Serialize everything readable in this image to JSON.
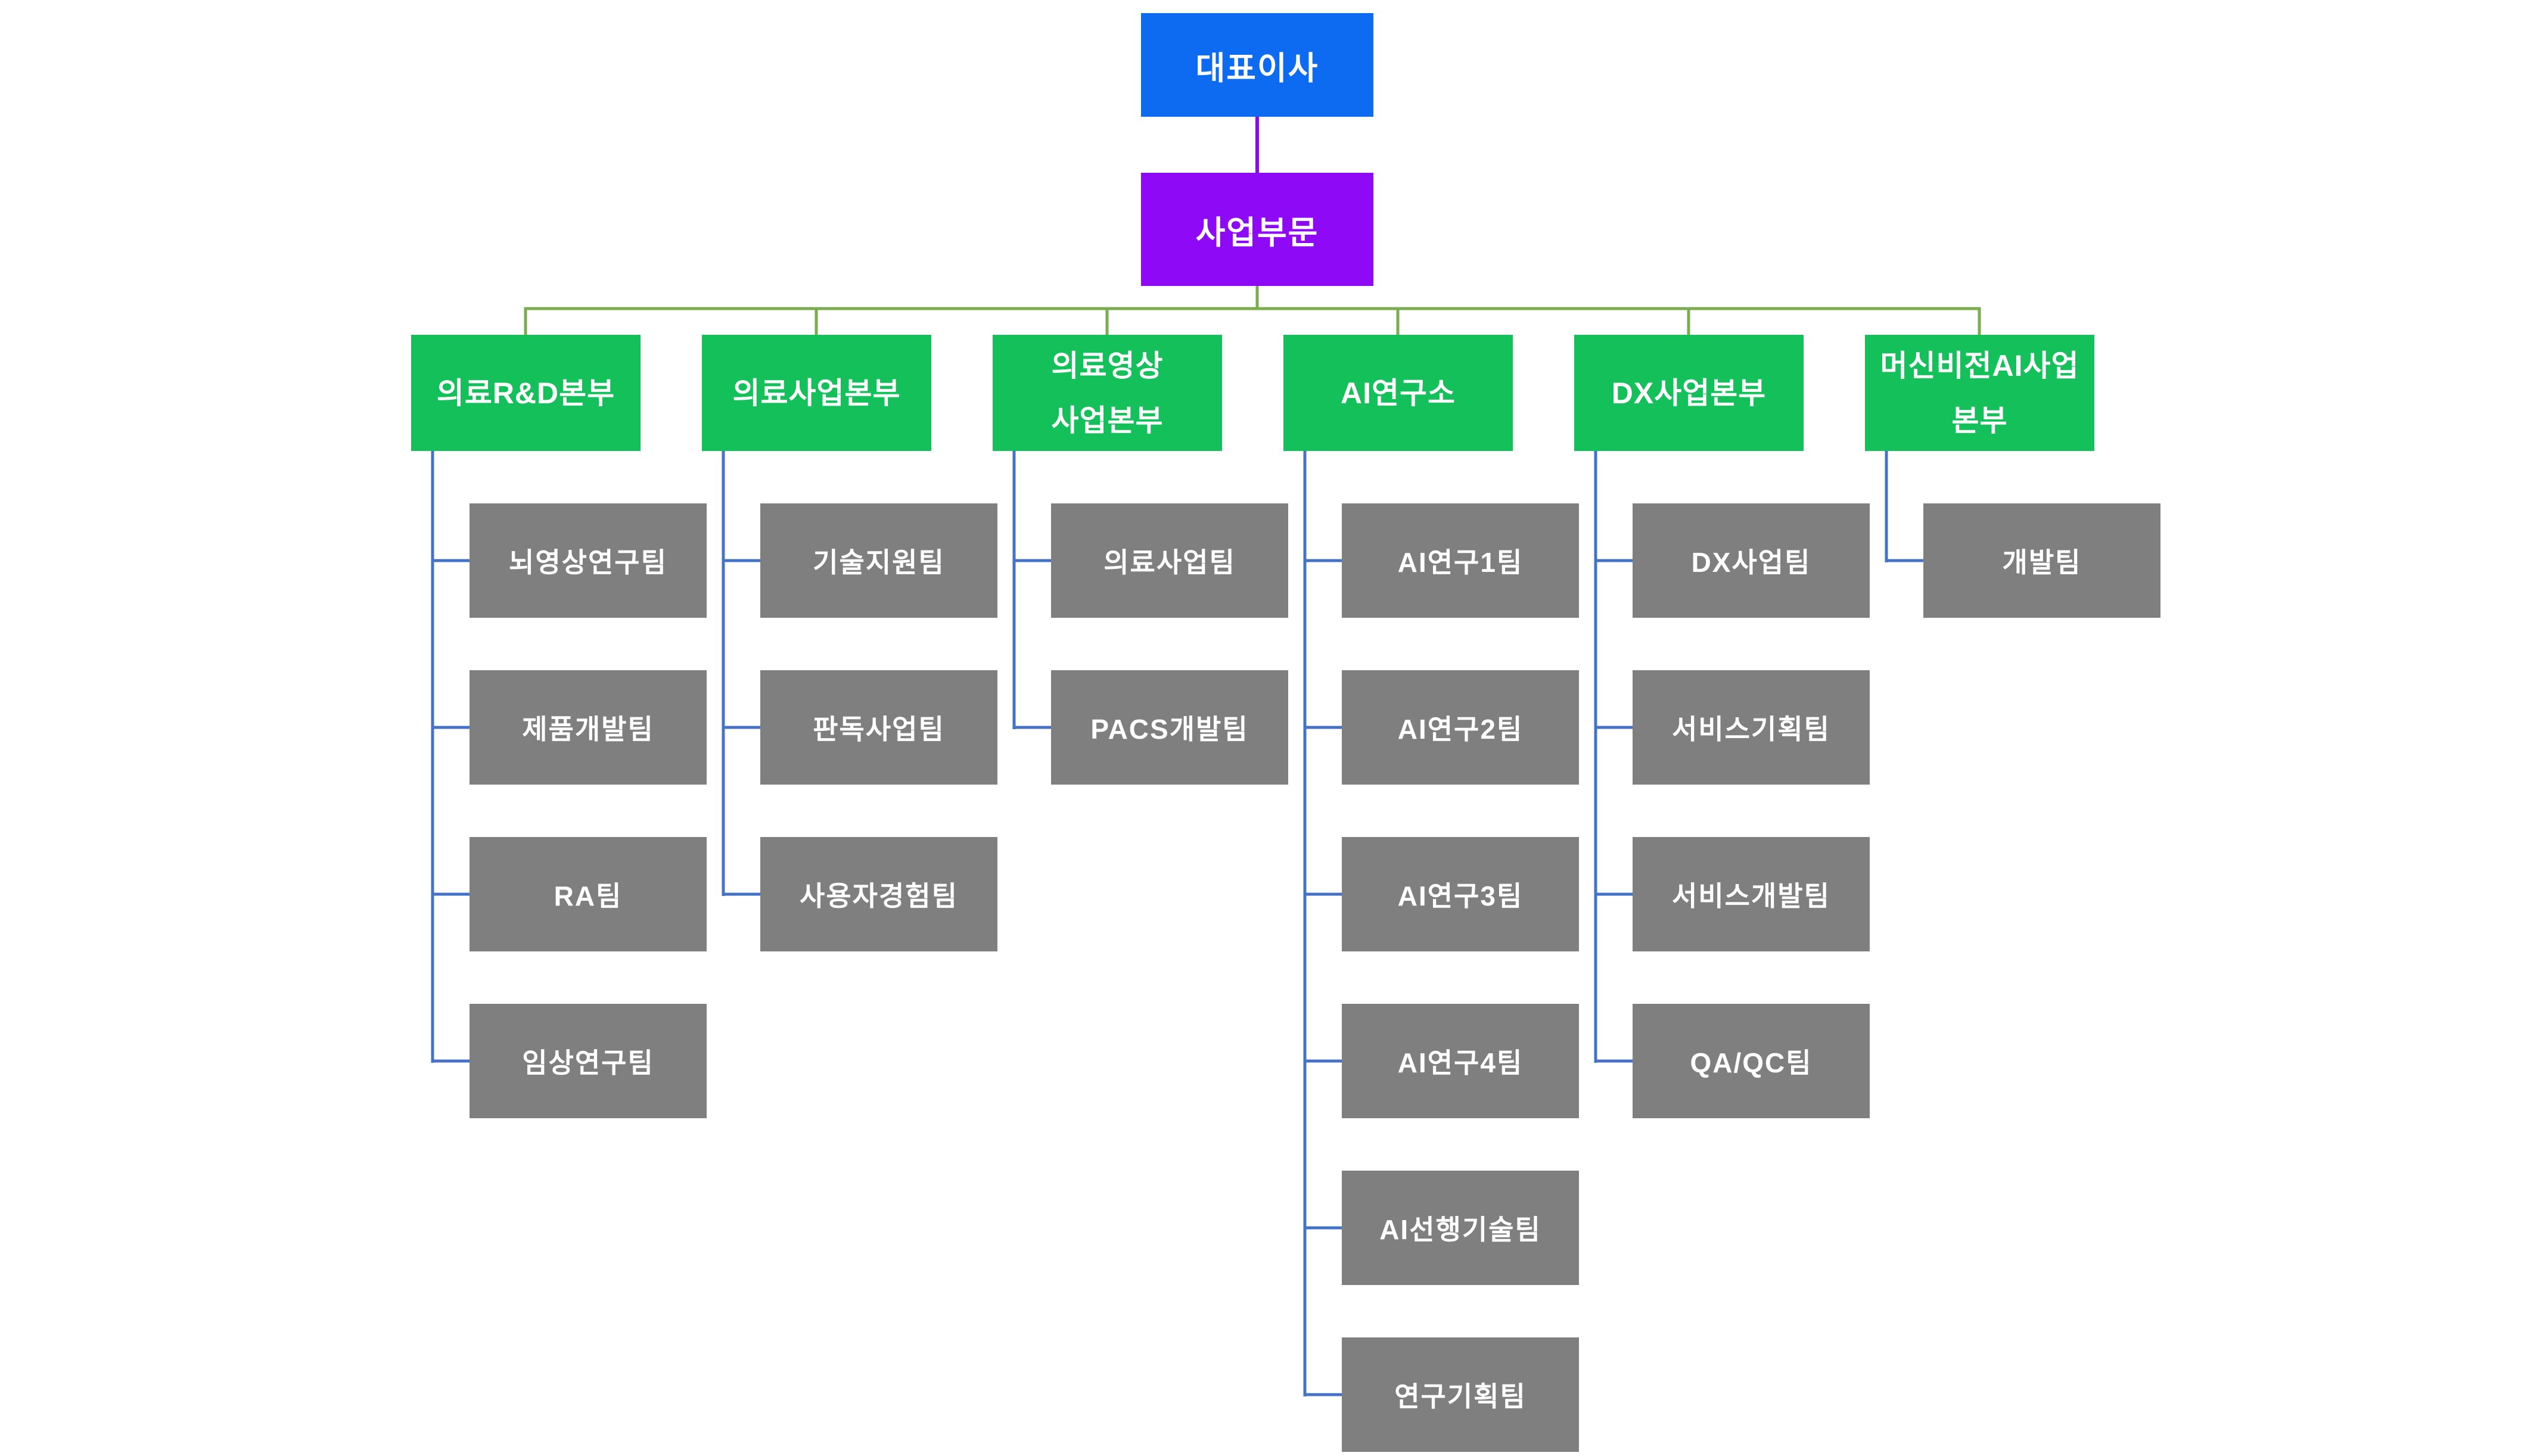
{
  "colors": {
    "ceo_fill": "#0d6bf2",
    "division_fill": "#8e0af7",
    "department_fill": "#14c05a",
    "team_fill": "#7f7f7f",
    "box_text": "#ffffff",
    "connector_purple": "#8a0bf0",
    "connector_green": "#7bad50",
    "connector_blue": "#4472c4",
    "background": "#ffffff"
  },
  "org": {
    "ceo": {
      "label": "대표이사"
    },
    "division": {
      "label": "사업부문"
    },
    "departments": [
      {
        "name": "의료R&D본부",
        "lines": [
          "의료R&D본부"
        ],
        "teams": [
          "뇌영상연구팀",
          "제품개발팀",
          "RA팀",
          "임상연구팀"
        ]
      },
      {
        "name": "의료사업본부",
        "lines": [
          "의료사업본부"
        ],
        "teams": [
          "기술지원팀",
          "판독사업팀",
          "사용자경험팀"
        ]
      },
      {
        "name": "의료영상 사업본부",
        "lines": [
          "의료영상",
          "사업본부"
        ],
        "teams": [
          "의료사업팀",
          "PACS개발팀"
        ]
      },
      {
        "name": "AI연구소",
        "lines": [
          "AI연구소"
        ],
        "teams": [
          "AI연구1팀",
          "AI연구2팀",
          "AI연구3팀",
          "AI연구4팀",
          "AI선행기술팀",
          "연구기획팀"
        ]
      },
      {
        "name": "DX사업본부",
        "lines": [
          "DX사업본부"
        ],
        "teams": [
          "DX사업팀",
          "서비스기획팀",
          "서비스개발팀",
          "QA/QC팀"
        ]
      },
      {
        "name": "머신비전AI사업 본부",
        "lines": [
          "머신비전AI사업",
          "본부"
        ],
        "teams": [
          "개발팀"
        ]
      }
    ]
  }
}
